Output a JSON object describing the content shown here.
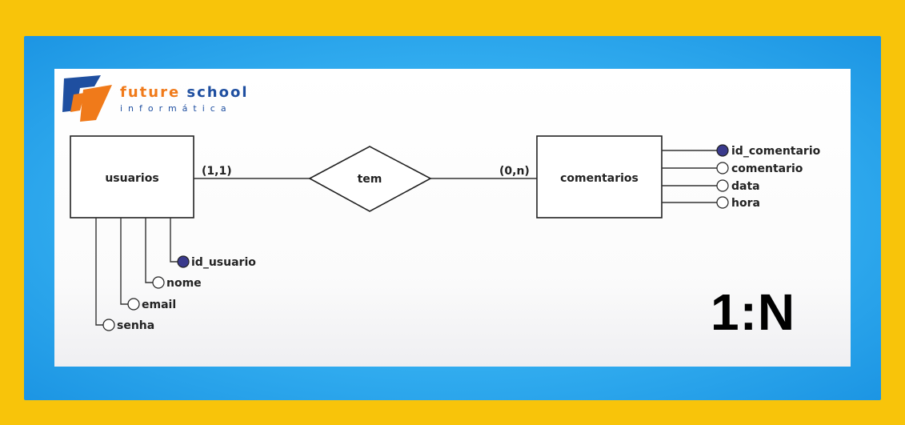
{
  "logo": {
    "brand": "future school",
    "tagline": "informática"
  },
  "entities": {
    "left": "usuarios",
    "right": "comentarios"
  },
  "relationship": {
    "name": "tem",
    "left_cardinality": "(1,1)",
    "right_cardinality": "(0,n)"
  },
  "attributes": {
    "usuarios": [
      {
        "name": "id_usuario",
        "key": true
      },
      {
        "name": "nome",
        "key": false
      },
      {
        "name": "email",
        "key": false
      },
      {
        "name": "senha",
        "key": false
      }
    ],
    "comentarios": [
      {
        "name": "id_comentario",
        "key": true
      },
      {
        "name": "comentario",
        "key": false
      },
      {
        "name": "data",
        "key": false
      },
      {
        "name": "hora",
        "key": false
      }
    ]
  },
  "ratio_label": "1:N",
  "colors": {
    "outer": "#f8c40a",
    "frame": "#2ea9ee",
    "key_fill": "#3a3a8c",
    "logo_orange": "#f07a1a",
    "logo_blue": "#1f4fa0"
  }
}
